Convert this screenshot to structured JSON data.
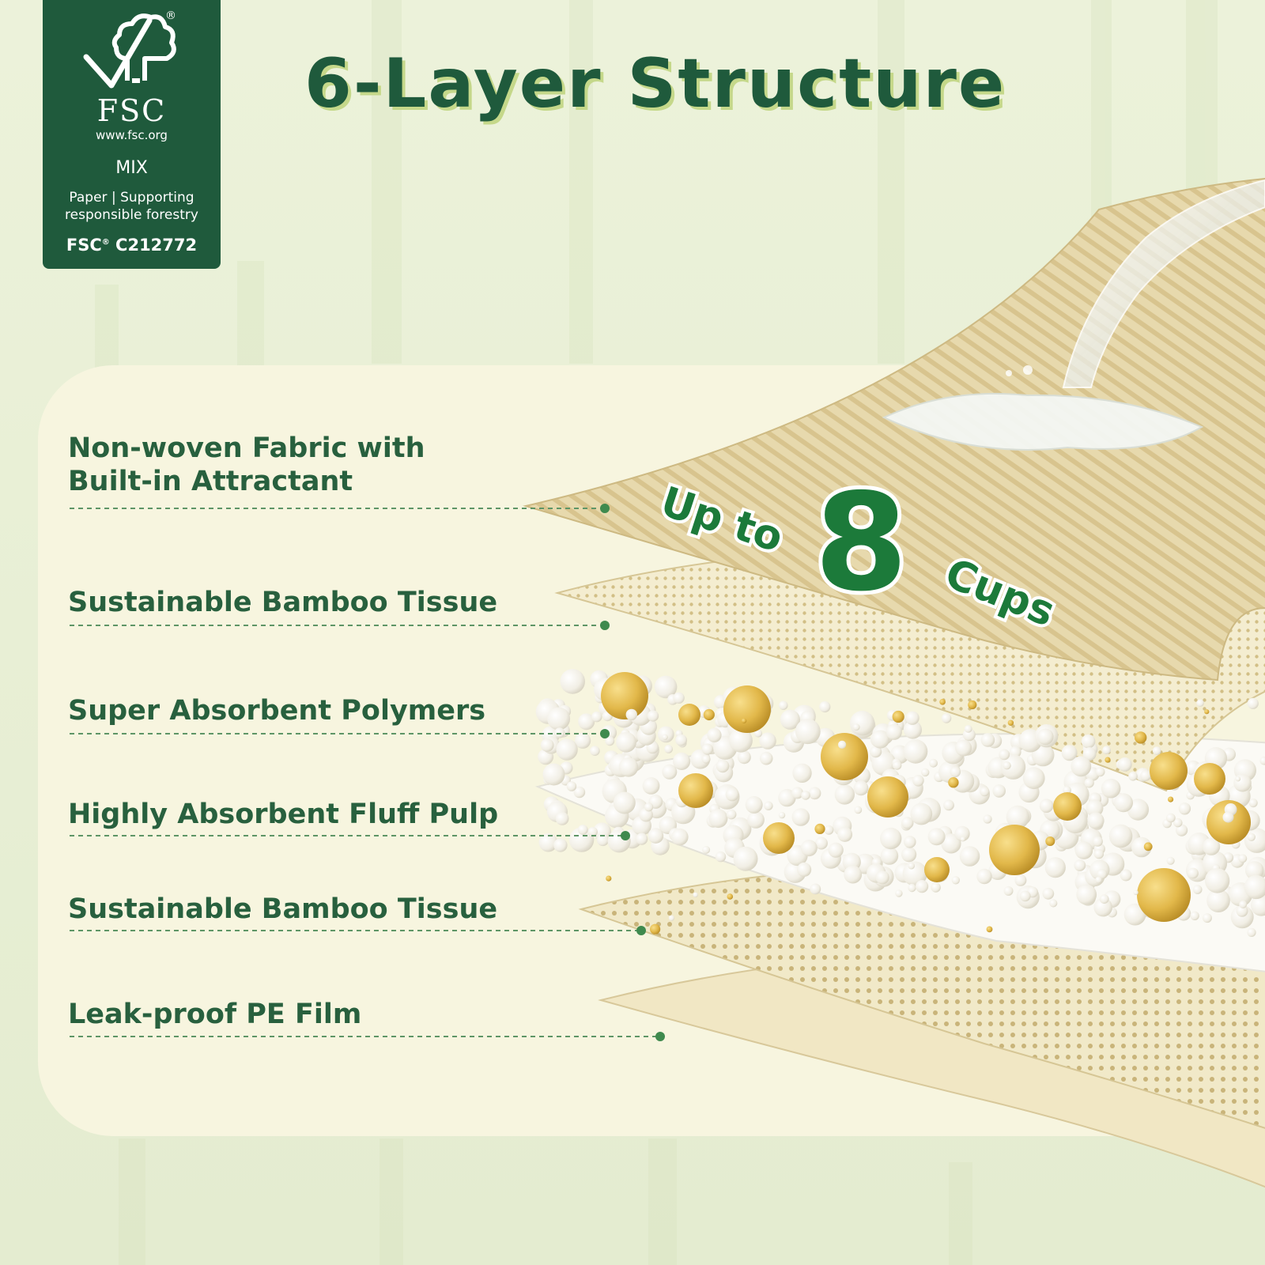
{
  "badge": {
    "brand": "FSC",
    "registered": "®",
    "url": "www.fsc.org",
    "type": "MIX",
    "description_line1": "Paper | Supporting",
    "description_line2": "responsible forestry",
    "code_prefix": "FSC",
    "code_number": "C212772"
  },
  "title": "6-Layer Structure",
  "layers": [
    {
      "line1": "Non-woven Fabric with",
      "line2": "Built-in Attractant"
    },
    {
      "line1": "Sustainable Bamboo Tissue"
    },
    {
      "line1": "Super Absorbent Polymers"
    },
    {
      "line1": "Highly Absorbent Fluff Pulp"
    },
    {
      "line1": "Sustainable Bamboo Tissue"
    },
    {
      "line1": "Leak-proof PE Film"
    }
  ],
  "capacity": {
    "prefix": "Up to",
    "number": "8",
    "unit": "Cups"
  },
  "colors": {
    "dark_green": "#1f5a3c",
    "label_green": "#28603e",
    "accent_green": "#1c7a3a",
    "title_shadow": "#c5d88a",
    "panel": "#f7f5df",
    "background": "#e9f0d8",
    "sheet": "#eee4bf",
    "bead_gold": "#e2b84a",
    "bead_white": "#f7f5ef"
  }
}
